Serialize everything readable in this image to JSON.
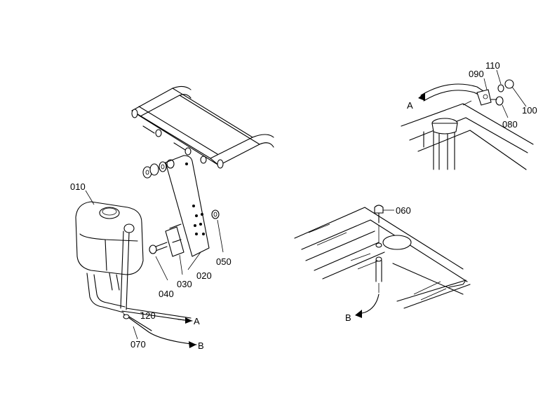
{
  "parts": {
    "p010": "010",
    "p020": "020",
    "p030": "030",
    "p040": "040",
    "p050": "050",
    "p060": "060",
    "p070": "070",
    "p080": "080",
    "p090": "090",
    "p100": "100",
    "p110": "110",
    "p120": "120"
  },
  "refs": {
    "a_left": "A",
    "b_left": "B",
    "a_right": "A",
    "b_right": "B"
  }
}
